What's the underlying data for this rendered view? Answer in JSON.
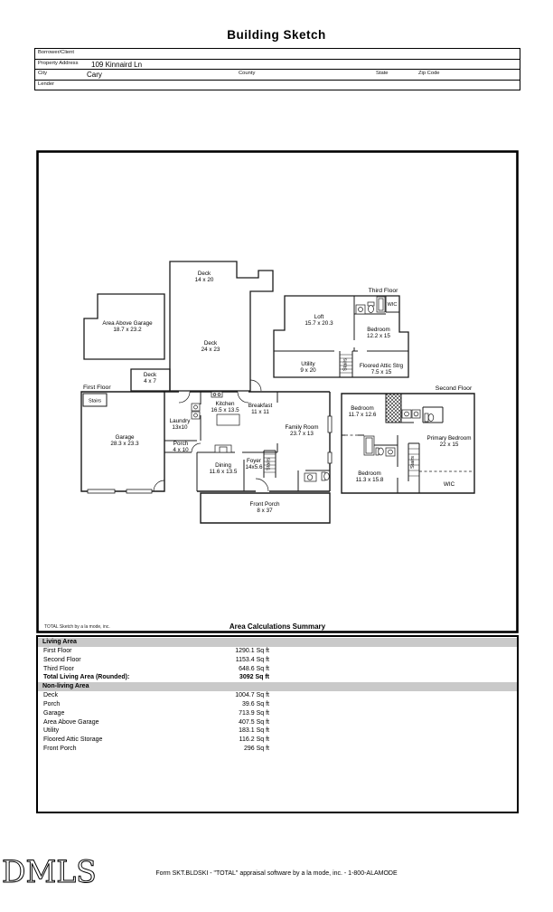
{
  "title": "Building Sketch",
  "form": {
    "borrower_label": "Borrower/Client",
    "property_label": "Property Address",
    "property_value": "109 Kinnaird Ln",
    "city_label": "City",
    "city_value": "Cary",
    "county_label": "County",
    "state_label": "State",
    "zip_label": "Zip Code",
    "lender_label": "Lender"
  },
  "sketch": {
    "credit": "TOTAL Sketch by a la mode, inc.",
    "floors": {
      "first": "First Floor",
      "second": "Second Floor",
      "third": "Third Floor"
    },
    "rooms": {
      "deck_top": {
        "name": "Deck",
        "dims": "14 x 20"
      },
      "area_above_garage": {
        "name": "Area Above Garage",
        "dims": "18.7 x 23.2"
      },
      "deck_mid": {
        "name": "Deck",
        "dims": "24 x 23"
      },
      "deck_small": {
        "name": "Deck",
        "dims": "4 x 7"
      },
      "loft": {
        "name": "Loft",
        "dims": "15.7 x 20.3"
      },
      "wic_third": {
        "name": "WIC"
      },
      "bedroom_third": {
        "name": "Bedroom",
        "dims": "12.2 x 15"
      },
      "utility": {
        "name": "Utility",
        "dims": "9 x 20"
      },
      "stairs_third": {
        "name": "Stairs"
      },
      "floored_attic": {
        "name": "Floored Attic Strg",
        "dims": "7.5 x 15"
      },
      "stairs_entry": {
        "name": "Stairs"
      },
      "garage": {
        "name": "Garage",
        "dims": "28.3 x 23.3"
      },
      "laundry": {
        "name": "Laundry",
        "dims": "13x10"
      },
      "porch": {
        "name": "Porch",
        "dims": "4 x 10"
      },
      "kitchen": {
        "name": "Kitchen",
        "dims": "16.5 x 13.5"
      },
      "breakfast": {
        "name": "Breakfast",
        "dims": "11 x 11"
      },
      "family_room": {
        "name": "Family Room",
        "dims": "23.7 x 13"
      },
      "dining": {
        "name": "Dining",
        "dims": "11.6 x 13.5"
      },
      "foyer": {
        "name": "Foyer",
        "dims": "14x5.6"
      },
      "stairs_first": {
        "name": "Stairs"
      },
      "front_porch": {
        "name": "Front Porch",
        "dims": "8 x 37"
      },
      "bedroom_second_a": {
        "name": "Bedroom",
        "dims": "11.7 x 12.6"
      },
      "primary_bedroom": {
        "name": "Primary Bedroom",
        "dims": "22 x 15"
      },
      "bedroom_second_b": {
        "name": "Bedroom",
        "dims": "11.3 x 15.8"
      },
      "wic_second": {
        "name": "WIC"
      },
      "stairs_second": {
        "name": "Stairs"
      }
    }
  },
  "summary": {
    "title": "Area Calculations Summary",
    "living_header": "Living Area",
    "living": [
      {
        "label": "First Floor",
        "value": "1290.1 Sq ft"
      },
      {
        "label": "Second Floor",
        "value": "1153.4 Sq ft"
      },
      {
        "label": "Third Floor",
        "value": "648.6 Sq ft"
      }
    ],
    "total": {
      "label": "Total Living Area (Rounded):",
      "value": "3092 Sq ft"
    },
    "nonliving_header": "Non-living Area",
    "nonliving": [
      {
        "label": "Deck",
        "value": "1004.7 Sq ft"
      },
      {
        "label": "Porch",
        "value": "39.6 Sq ft"
      },
      {
        "label": "Garage",
        "value": "713.9 Sq ft"
      },
      {
        "label": "Area Above Garage",
        "value": "407.5 Sq ft"
      },
      {
        "label": "Utility",
        "value": "183.1 Sq ft"
      },
      {
        "label": "Floored Attic Storage",
        "value": "116.2 Sq ft"
      },
      {
        "label": "Front Porch",
        "value": "296 Sq ft"
      }
    ]
  },
  "footer": {
    "logo": "DMLS",
    "form_line": "Form SKT.BLDSKI - \"TOTAL\" appraisal software by a la mode, inc. - 1-800-ALAMODE"
  }
}
